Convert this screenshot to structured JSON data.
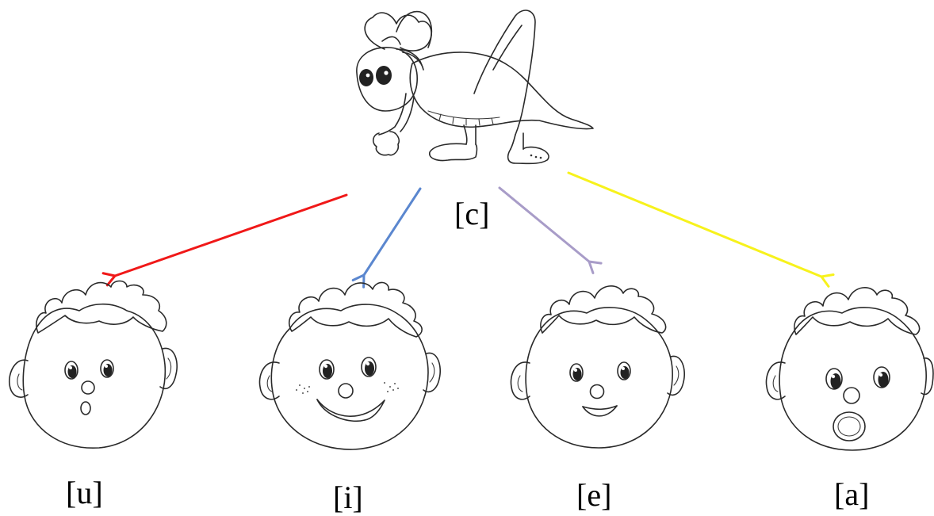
{
  "labels": {
    "center": "[c]",
    "face_u": "[u]",
    "face_i": "[i]",
    "face_e": "[e]",
    "face_a": "[a]"
  },
  "arrow_colors": {
    "to_u": "#f01818",
    "to_i": "#5b87cf",
    "to_e": "#a89cc8",
    "to_a": "#f7f21c"
  },
  "illustrations": {
    "top": "grasshopper-character",
    "faces": [
      "face-pursed-lips",
      "face-wide-smile-freckles",
      "face-smile",
      "face-open-mouth"
    ]
  }
}
